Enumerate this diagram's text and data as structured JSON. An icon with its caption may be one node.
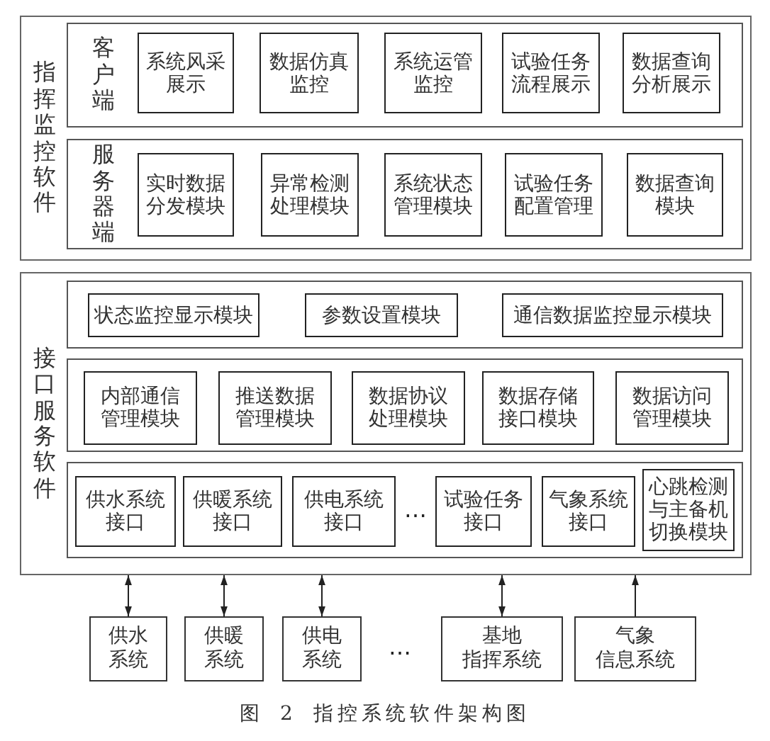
{
  "diagram": {
    "caption": "图 2 指控系统软件架构图",
    "nodes": [
      {
        "text": [
          "指挥监控软件"
        ]
      },
      {
        "text": [
          "客户端"
        ],
        "in": 0
      },
      {
        "text": [
          "系统风采展示"
        ],
        "in": 1
      },
      {
        "text": [
          "数据仿真监控"
        ],
        "in": 1
      },
      {
        "text": [
          "系统运管监控"
        ],
        "in": 1
      },
      {
        "text": [
          "试验任务流程展示"
        ],
        "in": 1
      },
      {
        "text": [
          "数据查询分析展示"
        ],
        "in": 1
      },
      {
        "text": [
          "服务器端"
        ],
        "in": 0
      },
      {
        "text": [
          "实时数据分发模块"
        ],
        "in": 7
      },
      {
        "text": [
          "异常检测处理模块"
        ],
        "in": 7
      },
      {
        "text": [
          "系统状态管理模块"
        ],
        "in": 7
      },
      {
        "text": [
          "试验任务配置管理"
        ],
        "in": 7
      },
      {
        "text": [
          "数据查询模块"
        ],
        "in": 7
      },
      {
        "text": [
          "接口服务软件"
        ]
      },
      {
        "text": [],
        "shape": "box",
        "in": 13
      },
      {
        "text": [
          "状态监控显示模块"
        ],
        "in": 14
      },
      {
        "text": [
          "参数设置模块"
        ],
        "in": 14
      },
      {
        "text": [
          "通信数据监控显示模块"
        ],
        "in": 14
      },
      {
        "text": [],
        "shape": "box",
        "in": 13
      },
      {
        "text": [
          "内部通信管理模块"
        ],
        "in": 18
      },
      {
        "text": [
          "推送数据管理模块"
        ],
        "in": 18
      },
      {
        "text": [
          "数据协议处理模块"
        ],
        "in": 18
      },
      {
        "text": [
          "数据存储接口模块"
        ],
        "in": 18
      },
      {
        "text": [
          "数据访问管理模块"
        ],
        "in": 18
      },
      {
        "text": [],
        "shape": "box",
        "in": 13
      },
      {
        "text": [
          "供水系统接口"
        ],
        "in": 24
      },
      {
        "text": [
          "供暖系统接口"
        ],
        "in": 24
      },
      {
        "text": [
          "供电系统接口"
        ],
        "in": 24
      },
      {
        "text": [
          "试验任务接口"
        ],
        "in": 24
      },
      {
        "text": [
          "气象系统接口"
        ],
        "in": 24
      },
      {
        "text": [
          "心跳检测与主备机切换模块"
        ],
        "in": 24
      },
      {
        "text": [
          "供水系统"
        ]
      },
      {
        "text": [
          "供暖系统"
        ]
      },
      {
        "text": [
          "供电系统"
        ]
      },
      {
        "text": [
          "基地指挥系统"
        ]
      },
      {
        "text": [
          "气象信息系统"
        ]
      }
    ],
    "edges": [
      {
        "from": 31,
        "to": 13,
        "arrow": "both"
      },
      {
        "from": 32,
        "to": 13,
        "arrow": "both"
      },
      {
        "from": 33,
        "to": 13,
        "arrow": "both"
      },
      {
        "from": 34,
        "to": 13,
        "arrow": "both"
      },
      {
        "from": 35,
        "to": 13,
        "arrow": "to"
      }
    ],
    "labels": [
      "…",
      "…"
    ]
  }
}
